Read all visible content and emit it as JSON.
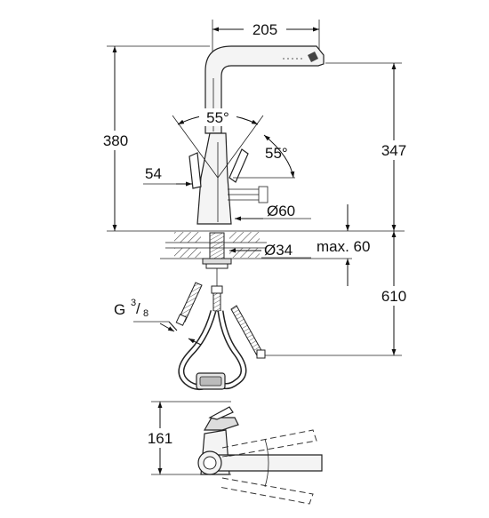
{
  "dimensions": {
    "width_top": "205",
    "height_total": "380",
    "angle_left": "55°",
    "angle_right": "55°",
    "height_spout": "347",
    "offset_side": "54",
    "diameter_base": "Ø60",
    "diameter_hole": "Ø34",
    "max_thickness": "max. 60",
    "hose_length": "610",
    "connection": "G",
    "connection_num": "3",
    "connection_den": "8",
    "height_side_view": "161"
  },
  "colors": {
    "line": "#111111",
    "body_fill": "#f4f4f4",
    "hatch": "#555555"
  }
}
